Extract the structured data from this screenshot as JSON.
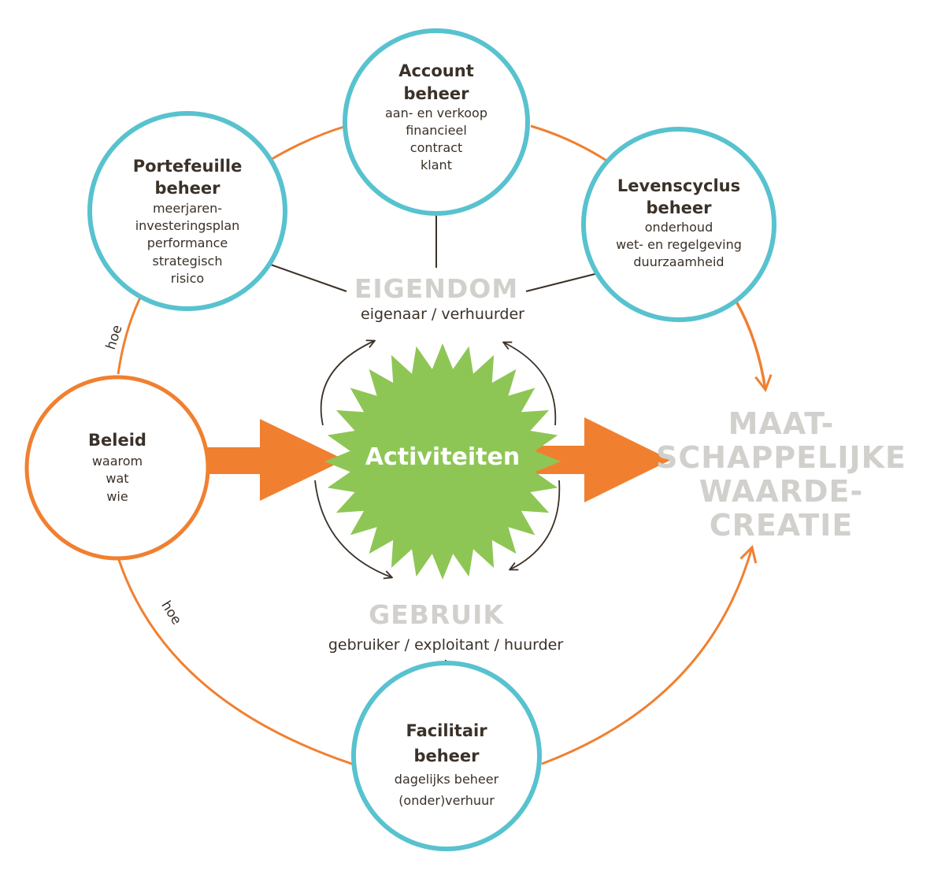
{
  "colors": {
    "orange": "#f08030",
    "teal": "#58c2cf",
    "green": "#8ec655",
    "dark": "#3a3128",
    "stamp": "#d2d0cc"
  },
  "nodes": {
    "account": {
      "title_1": "Account",
      "title_2": "beheer",
      "items": [
        "aan- en verkoop",
        "financieel",
        "contract",
        "klant"
      ]
    },
    "portefeuille": {
      "title_1": "Portefeuille",
      "title_2": "beheer",
      "items": [
        "meerjaren-",
        "investeringsplan",
        "performance",
        "strategisch",
        "risico"
      ]
    },
    "levenscyclus": {
      "title_1": "Levenscyclus",
      "title_2": "beheer",
      "items": [
        "onderhoud",
        "wet- en regelgeving",
        "duurzaamheid"
      ]
    },
    "beleid": {
      "title_1": "Beleid",
      "items": [
        "waarom",
        "wat",
        "wie"
      ]
    },
    "facilitair": {
      "title_1": "Facilitair",
      "title_2": "beheer",
      "items": [
        "dagelijks beheer",
        "(onder)verhuur"
      ]
    }
  },
  "eigendom": {
    "label": "EIGENDOM",
    "roles": "eigenaar / verhuurder"
  },
  "gebruik": {
    "label": "GEBRUIK",
    "roles": "gebruiker / exploitant / huurder"
  },
  "center": {
    "label": "Activiteiten"
  },
  "outcome": {
    "lines": [
      "MAAT-",
      "SCHAPPELIJKE",
      "WAARDE-",
      "CREATIE"
    ]
  },
  "hoe_labels": {
    "upper": "hoe",
    "lower": "hoe"
  }
}
